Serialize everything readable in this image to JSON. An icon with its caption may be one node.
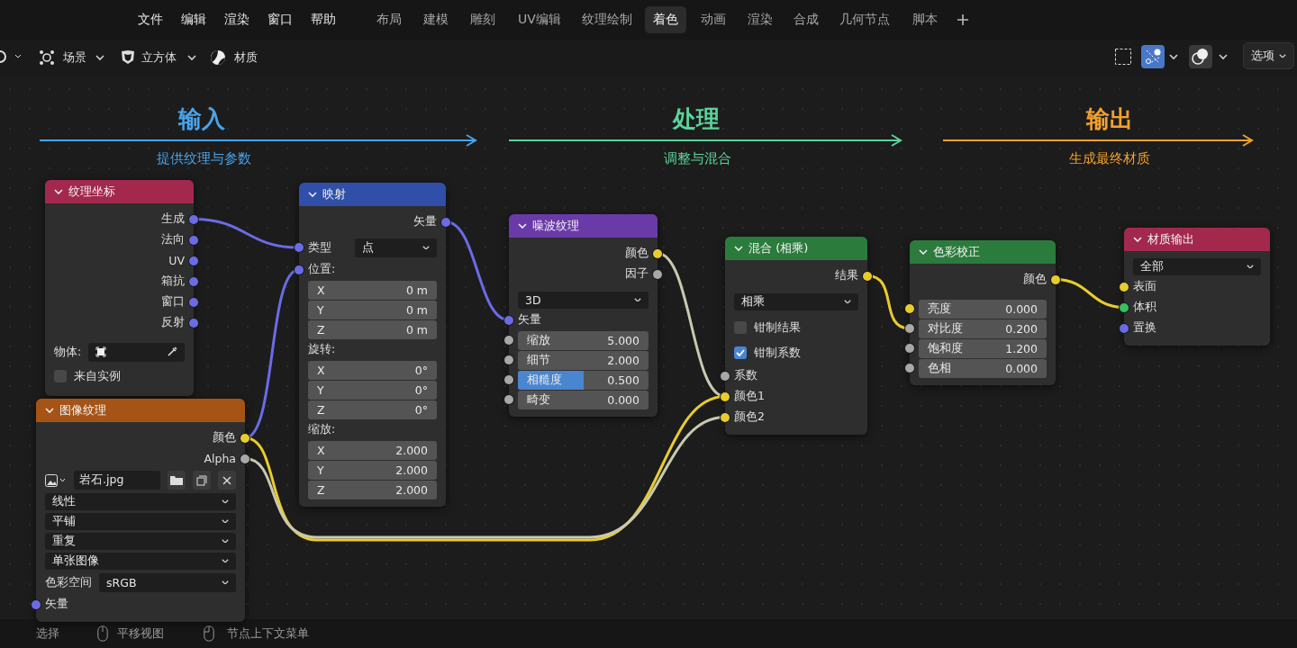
{
  "diagram": {
    "nodes": [
      {
        "text": [
          "纹理坐标",
          "生成",
          "法向",
          "UV",
          "箱抗",
          "窗口",
          "反射",
          "物体:",
          "来自实例"
        ]
      },
      {
        "text": [
          "图像纹理",
          "颜色",
          "Alpha",
          "岩石.jpg",
          "线性",
          "平铺",
          "重复",
          "单张图像",
          "色彩空间",
          "sRGB",
          "矢量"
        ]
      },
      {
        "text": [
          "映射",
          "矢量",
          "类型",
          "点",
          "位置:",
          "X",
          "0 m",
          "Y",
          "0 m",
          "Z",
          "0 m",
          "旋转:",
          "X",
          "0°",
          "Y",
          "0°",
          "Z",
          "0°",
          "缩放:",
          "X",
          "2.000",
          "Y",
          "2.000",
          "Z",
          "2.000"
        ]
      },
      {
        "text": [
          "噪波纹理",
          "颜色",
          "因子",
          "3D",
          "矢量",
          "缩放",
          "5.000",
          "细节",
          "2.000",
          "相糙度",
          "0.500",
          "畸变",
          "0.000"
        ]
      },
      {
        "text": [
          "混合 (相乘)",
          "结果",
          "相乘",
          "钳制结果",
          "钳制系数",
          "系数",
          "颜色1",
          "颜色2"
        ]
      },
      {
        "text": [
          "色彩校正",
          "颜色",
          "亮度",
          "0.000",
          "对比度",
          "0.200",
          "饱和度",
          "1.200",
          "色相",
          "0.000"
        ]
      },
      {
        "text": [
          "材质输出",
          "全部",
          "表面",
          "体积",
          "置换"
        ]
      }
    ],
    "edges": [
      {
        "from": 0,
        "to": 2,
        "arrow": "none",
        "color": "#6b6be6"
      },
      {
        "from": 1,
        "to": 2,
        "arrow": "none",
        "color": "#6b6be6"
      },
      {
        "from": 2,
        "to": 3,
        "arrow": "none",
        "color": "#6b6be6"
      },
      {
        "from": 3,
        "to": 4,
        "arrow": "none",
        "color": "#c9c9b0"
      },
      {
        "from": 1,
        "to": 4,
        "arrow": "none",
        "color": "#e8cc2e"
      },
      {
        "from": 1,
        "to": 4,
        "arrow": "none",
        "color": "#c9c9b0"
      },
      {
        "from": 4,
        "to": 5,
        "arrow": "none",
        "color": "#e8cc2e"
      },
      {
        "from": 5,
        "to": 6,
        "arrow": "none",
        "color": "#e8cc2e"
      }
    ],
    "labels": [
      "文件",
      "编辑",
      "渲染",
      "窗口",
      "帮助",
      "布局",
      "建模",
      "雕刻",
      "UV编辑",
      "纹理绘制",
      "着色",
      "动画",
      "渲染",
      "合成",
      "几何节点",
      "脚本",
      "场景",
      "立方体",
      "材质",
      "选项",
      "输入",
      "提供纹理与参数",
      "处理",
      "调整与混合",
      "输出",
      "生成最终材质",
      "选择",
      "平移视图",
      "节点上下文菜单"
    ]
  }
}
